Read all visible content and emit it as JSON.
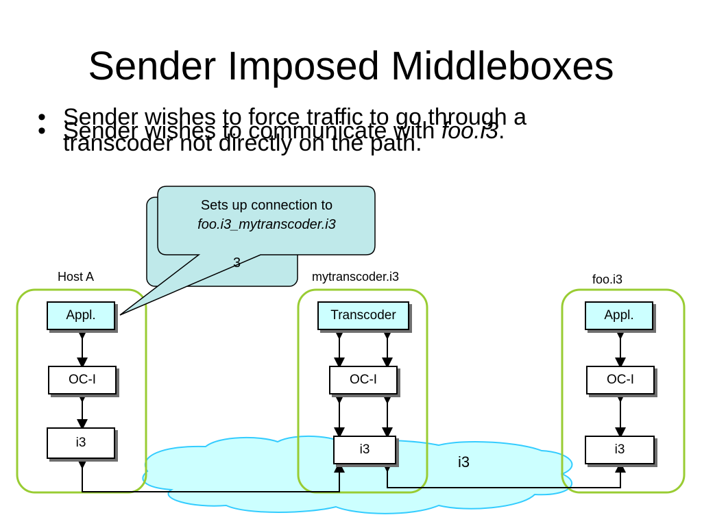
{
  "slide": {
    "title": "Sender Imposed Middleboxes",
    "bullets": [
      {
        "dot": "•",
        "text": "Sender wishes to force traffic to go through a transcoder not directly on the path."
      },
      {
        "dot": "•",
        "text_prefix": "Sender wishes to communicate with ",
        "text_italic": "foo.i3",
        "text_suffix": "."
      }
    ]
  },
  "callout": {
    "line1": "Sets up connection to",
    "line2": "foo.i3_mytranscoder.i3",
    "behind_fragment": "3"
  },
  "hosts": {
    "host_a": {
      "label": "Host A",
      "appl": "Appl.",
      "oc": "OC-I",
      "i3": "i3"
    },
    "middle": {
      "label": "mytranscoder.i3",
      "top": "Transcoder",
      "oc": "OC-I",
      "i3": "i3"
    },
    "foo": {
      "label": "foo.i3",
      "appl": "Appl.",
      "oc": "OC-I",
      "i3": "i3"
    }
  },
  "cloud": {
    "label": "i3"
  },
  "colors": {
    "host_border": "#99cc33",
    "cloud_fill": "#ccffff",
    "cloud_stroke": "#33ccff",
    "callout_fill": "#bfe9ea",
    "box_cyan": "#ccffff"
  }
}
